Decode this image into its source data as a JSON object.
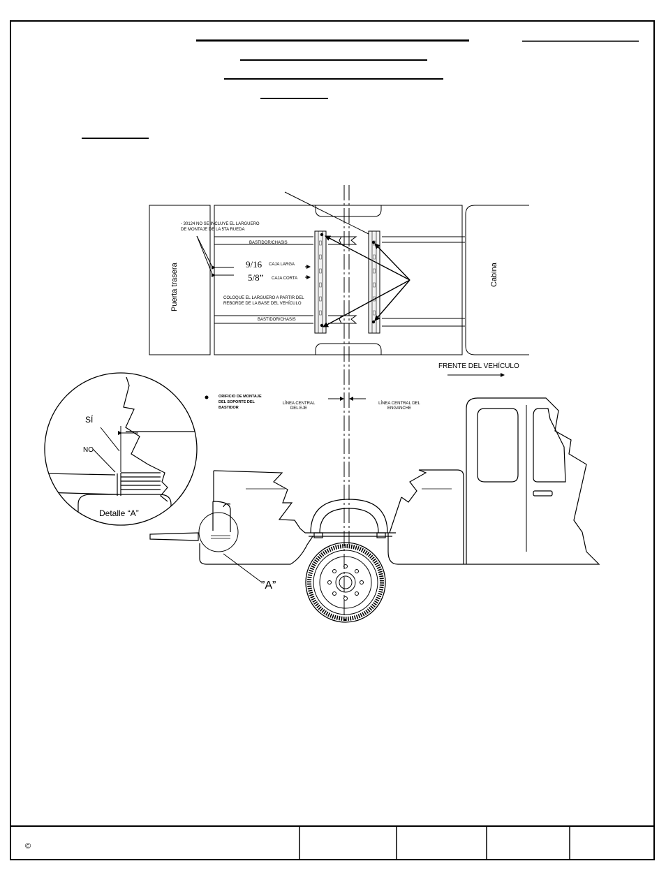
{
  "labels": {
    "note_30124_line1": "- 30124 NO SE INCLUYE EL LARGUERO",
    "note_30124_line2": "DE MONTAJE DE LA 5TA RUEDA",
    "frame_top": "BASTIDOR/CHASIS",
    "frame_bottom": "BASTIDOR/CHASIS",
    "dim_long_value": "9/16",
    "dim_long_label": "CAJA LARGA",
    "dim_short_value": "5/8”",
    "dim_short_label": "CAJA CORTA",
    "place_rail_line1": "COLOQUE EL LARGUERO A PARTIR DEL",
    "place_rail_line2": "REBORDE DE LA BASE DEL VEHÍCULO",
    "tailgate": "Puerta trasera",
    "cab": "Cabina",
    "vehicle_front": "FRENTE DEL VEHÍCULO",
    "mount_hole_line1": "ORIFICIO DE MONTAJE",
    "mount_hole_line2": "DEL SOPORTE DEL",
    "mount_hole_line3": "BASTIDOR",
    "axle_center_line1": "LÍNEA CENTRAL",
    "axle_center_line2": "DEL EJE",
    "hitch_center_line1": "LÍNEA CENTRAL DEL",
    "hitch_center_line2": "ENGANCHE",
    "yes": "SÍ",
    "no": "NO",
    "detail_a": "Detalle “A”",
    "callout_a": "”A”",
    "copyright": "©"
  }
}
